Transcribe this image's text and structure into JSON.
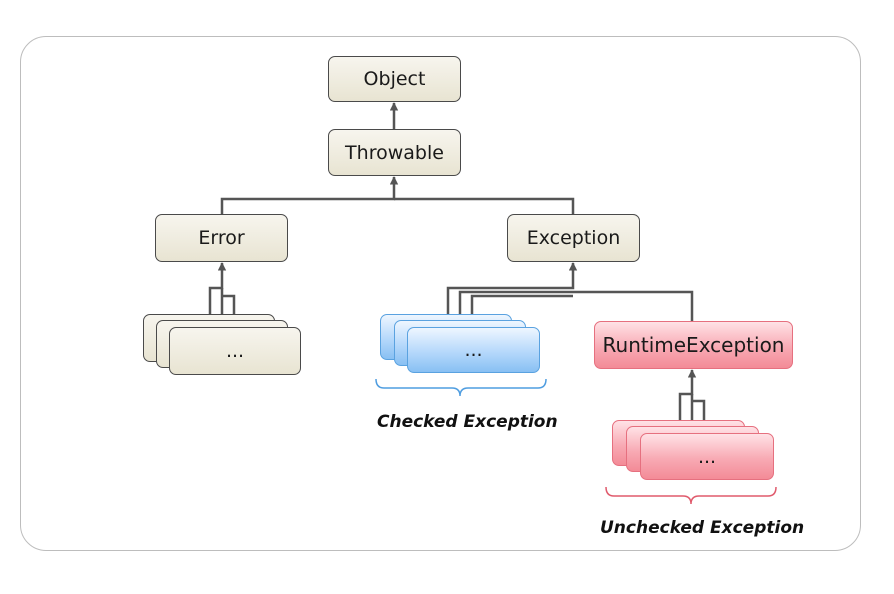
{
  "nodes": {
    "object": "Object",
    "throwable": "Throwable",
    "error": "Error",
    "exception": "Exception",
    "runtime_exception": "RuntimeException",
    "error_subclasses": "...",
    "checked_subclasses": "...",
    "unchecked_subclasses": "..."
  },
  "labels": {
    "checked": "Checked Exception",
    "unchecked": "Unchecked Exception"
  },
  "colors": {
    "base_fill": "#efece0",
    "checked_fill": "#a9d1f8",
    "unchecked_fill": "#f7a3ad",
    "connector": "#555555",
    "checked_brace": "#4f9de0",
    "unchecked_brace": "#e05a6c"
  }
}
